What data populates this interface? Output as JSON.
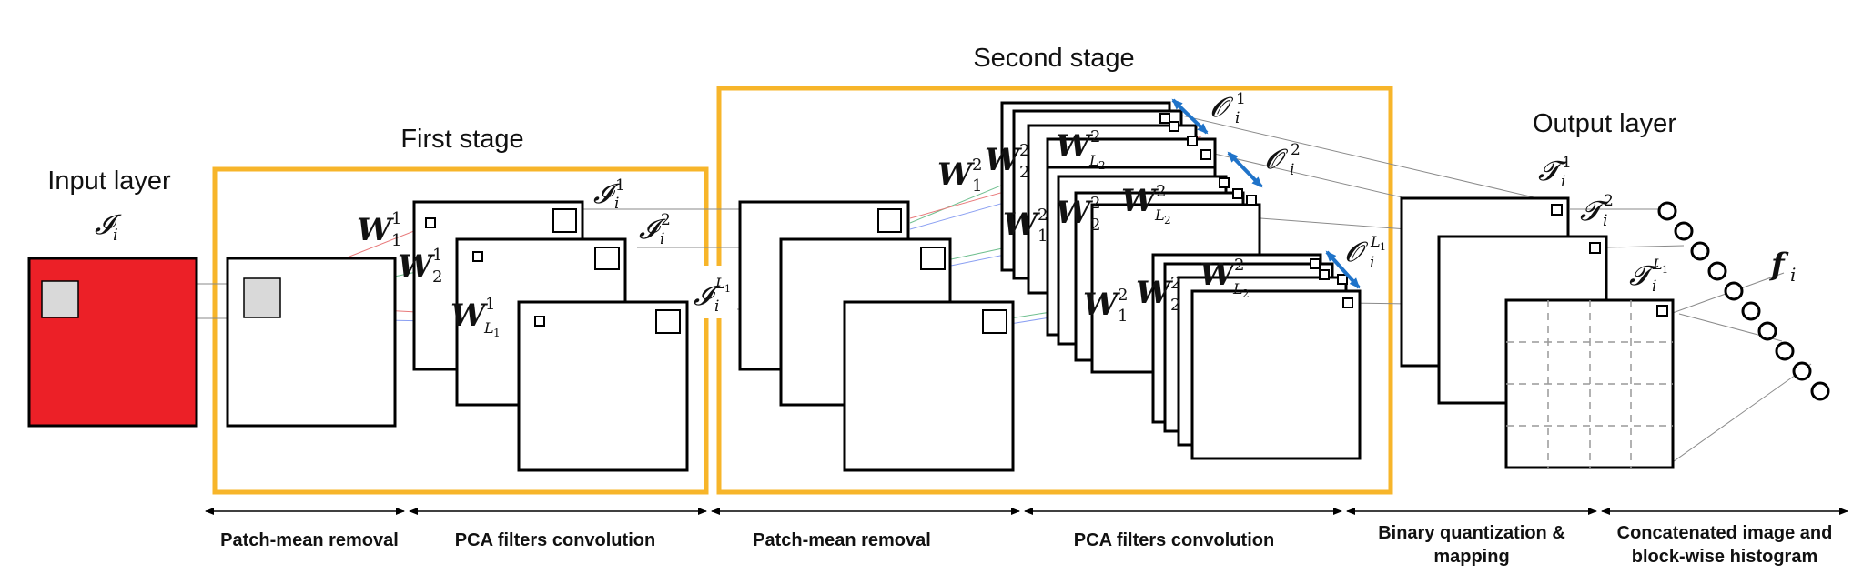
{
  "stage_titles": {
    "input": "Input layer",
    "first": "First stage",
    "second": "Second stage",
    "output": "Output layer"
  },
  "colors": {
    "stage_border": "#f7b52a",
    "input_image": "#ec2027",
    "arrow_blue": "#1f73c9",
    "connector_gray": "#8a8a8a",
    "connector_red": "#e8797a",
    "connector_green": "#6fbf8f",
    "connector_blue": "#8a9ff2"
  },
  "math_labels": {
    "I": "𝓘",
    "T": "𝓣",
    "O": "𝓞",
    "W": "𝑾",
    "f": "𝒇",
    "sub_i": "i",
    "sup_1": "1",
    "sup_2": "2",
    "sup_L1": "L",
    "sub_L1": "1",
    "sub_L2": "2"
  },
  "pipeline_steps": [
    {
      "lines": [
        "Patch-mean removal"
      ]
    },
    {
      "lines": [
        "PCA filters convolution"
      ]
    },
    {
      "lines": [
        "Patch-mean removal"
      ]
    },
    {
      "lines": [
        "PCA filters convolution"
      ]
    },
    {
      "lines": [
        "Binary quantization &",
        "mapping"
      ]
    },
    {
      "lines": [
        "Concatenated image and",
        "block-wise histogram"
      ]
    }
  ]
}
